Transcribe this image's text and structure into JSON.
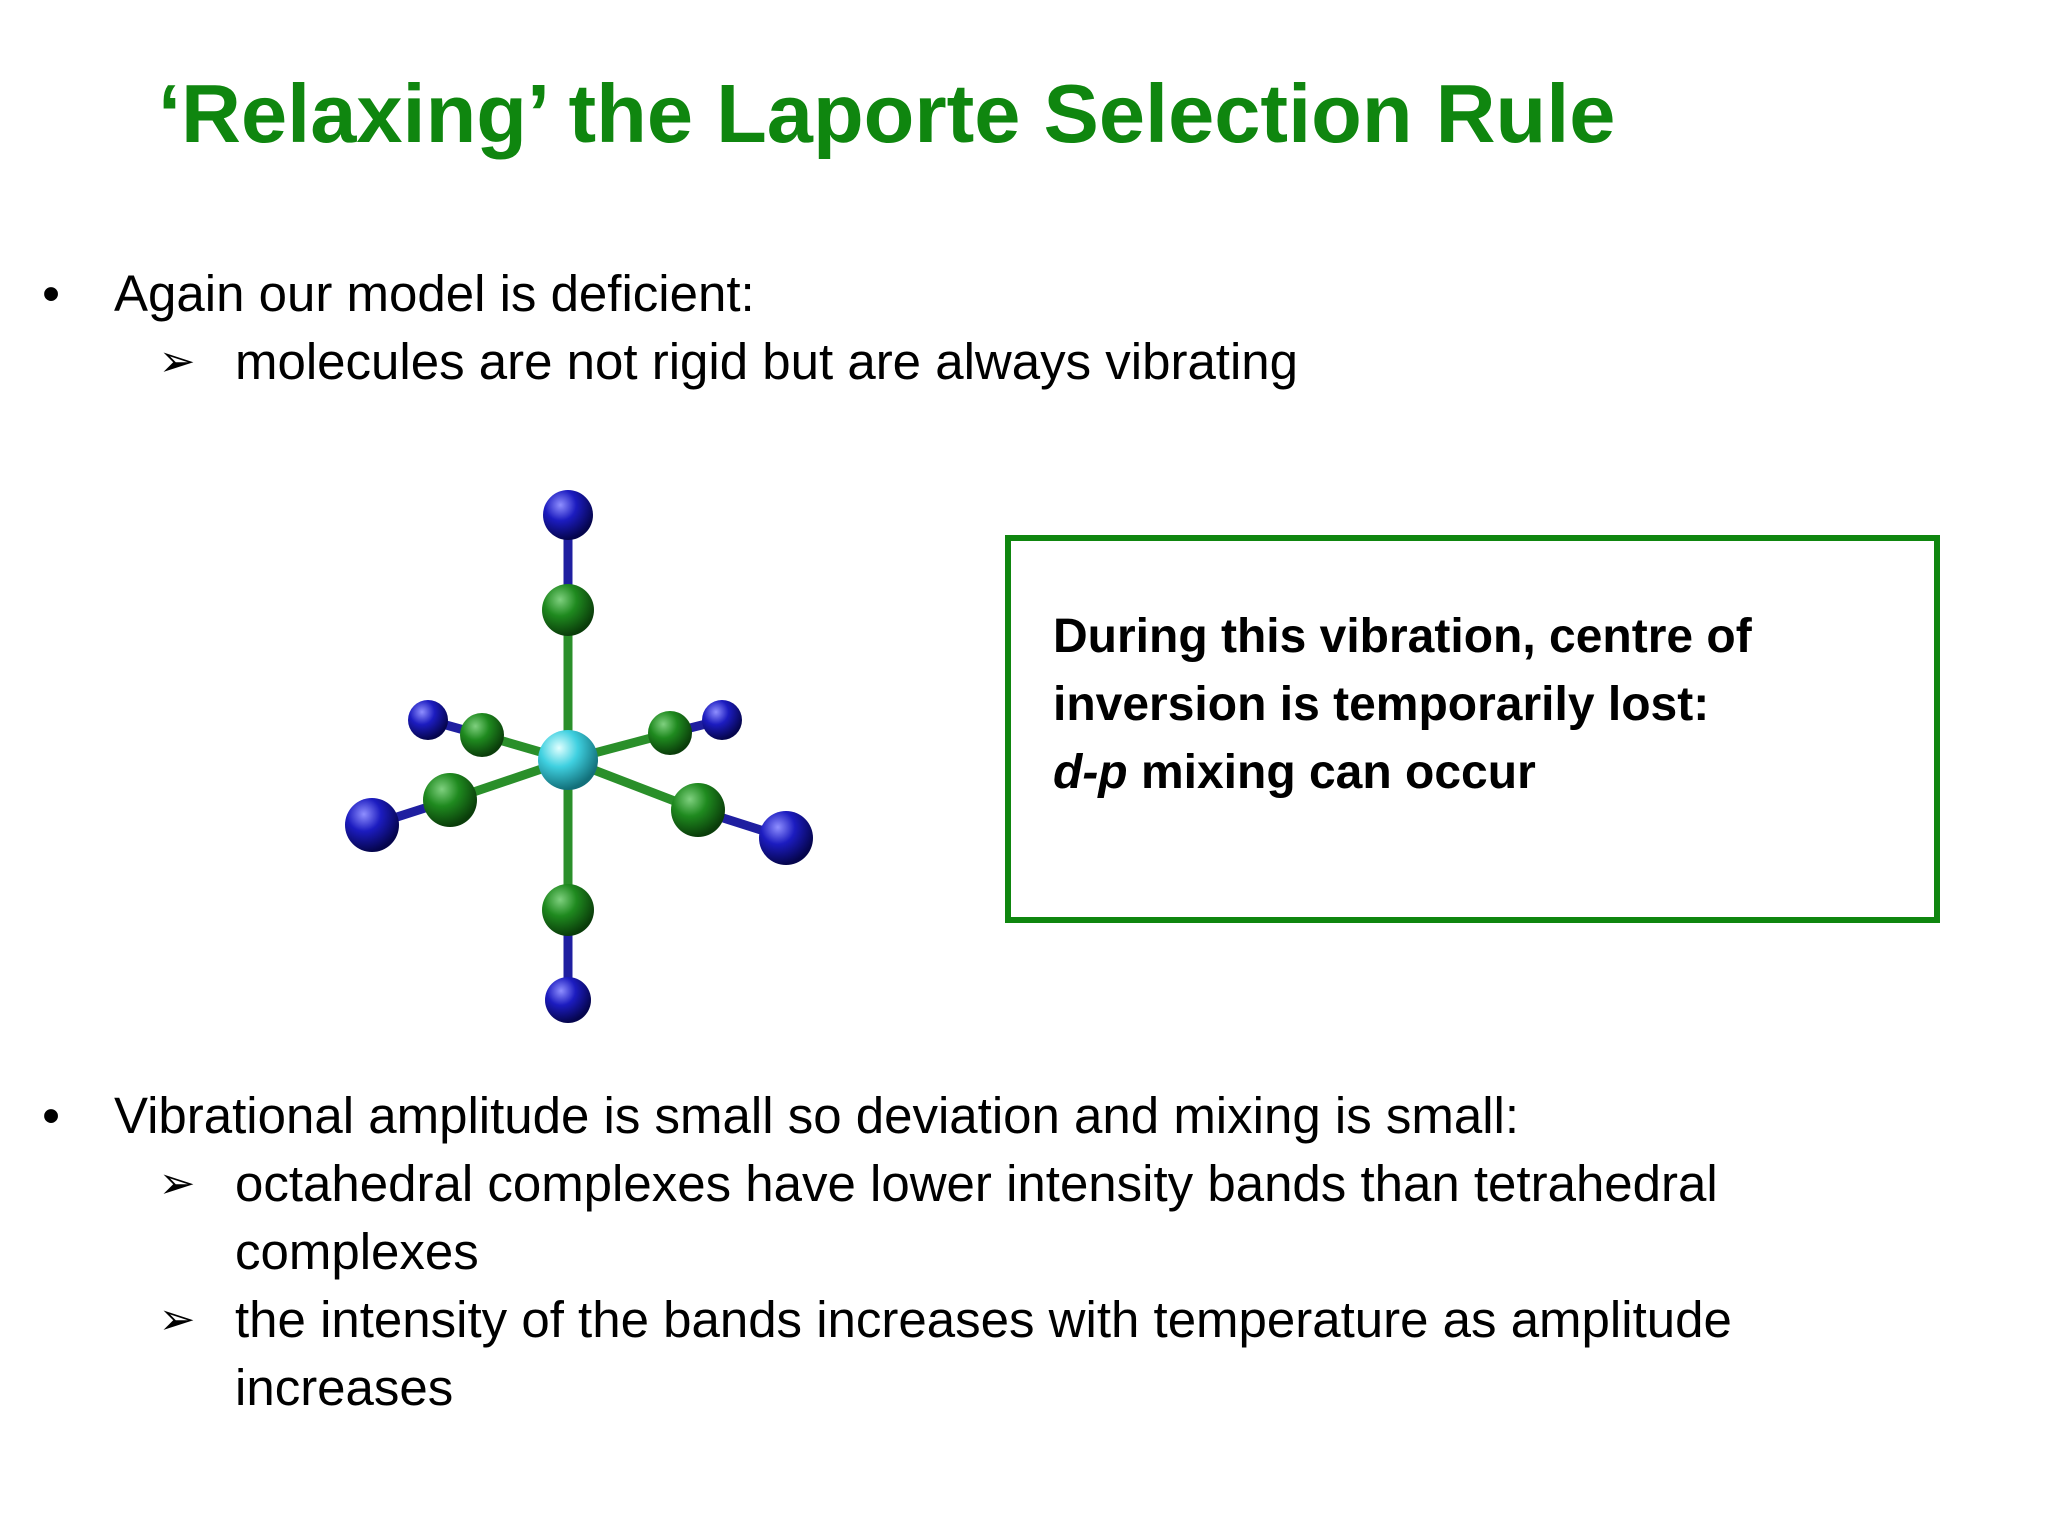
{
  "slide": {
    "title": "‘Relaxing’ the Laporte Selection Rule",
    "bullet1": {
      "marker": "•",
      "text": "Again our model is deficient:",
      "subitems": [
        {
          "marker": "➢",
          "text": "molecules are not rigid but are always vibrating"
        }
      ]
    },
    "box": {
      "line1": "During this vibration, centre of",
      "line2": "inversion is temporarily lost:",
      "line3_italic": "d-p",
      "line3_rest": " mixing can occur"
    },
    "bullet2": {
      "marker": "•",
      "text": "Vibrational amplitude is small so deviation and mixing is small:",
      "subitems": [
        {
          "marker": "➢",
          "line1": "octahedral complexes have lower intensity bands than tetrahedral",
          "line2": "complexes"
        },
        {
          "marker": "➢",
          "line1": "the intensity of the bands increases with temperature as amplitude",
          "line2": "increases"
        }
      ]
    },
    "colors": {
      "title": "#0f860f",
      "box_border": "#0f860f",
      "carbon": "#1a7a1a",
      "nitrogen": "#1a1aa8",
      "metal": "#3fd0e0"
    }
  }
}
